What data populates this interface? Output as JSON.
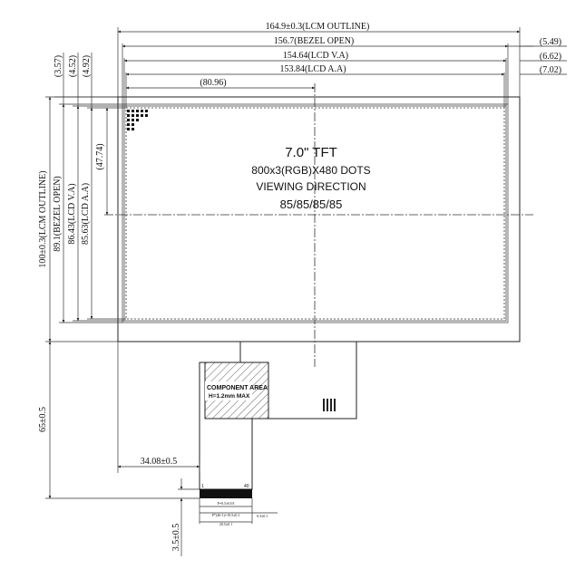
{
  "panel": {
    "size": "7.0\" TFT",
    "resolution": "800x3(RGB)X480 DOTS",
    "viewing_label": "VIEWING DIRECTION",
    "viewing_angles": "85/85/85/85"
  },
  "dims_horizontal": {
    "lcm_outline": "164.9±0.3(LCM OUTLINE)",
    "bezel_open": "156.7(BEZEL OPEN)",
    "lcd_va": "154.64(LCD V.A)",
    "lcd_aa": "153.84(LCD A.A)",
    "center_offset": "(80.96)",
    "right_offset_1": "(5.49)",
    "right_offset_2": "(6.62)",
    "right_offset_3": "(7.02)",
    "fpc_offset": "34.08±0.5"
  },
  "dims_vertical": {
    "top_offset_1": "(3.57)",
    "top_offset_2": "(4.52)",
    "top_offset_3": "(4.92)",
    "lcm_outline": "100±0.3(LCM OUTLINE)",
    "bezel_open": "89.1(BEZEL OPEN)",
    "lcd_va": "86.43(LCD V.A)",
    "lcd_aa": "85.63(LCD A.A)",
    "center_offset": "(47.74)",
    "fpc_length": "65±0.5",
    "fpc_tail": "3.5±0.5"
  },
  "component_area": {
    "line1": "COMPONENT AREA",
    "line2": "H=1.2mm MAX"
  },
  "fpc": {
    "pin_first": "1",
    "pin_last": "40",
    "pitch_label": "P=0.5±0.03",
    "width_label_1": "P*(40-1)=19.5±0.1",
    "width_label_2": "20.5±0.1",
    "thickness_label": "0.3±0.1"
  }
}
